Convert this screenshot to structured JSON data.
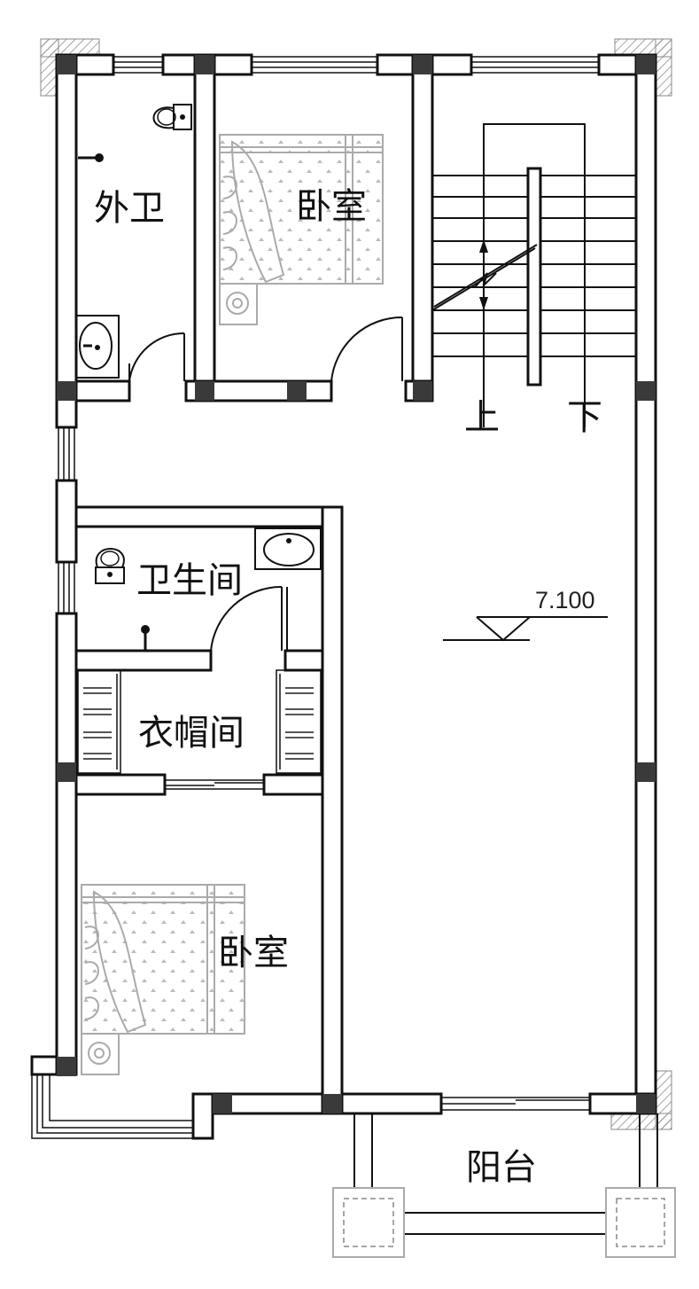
{
  "rooms": {
    "outer_bathroom": "外卫",
    "bedroom_top": "卧室",
    "bathroom": "卫生间",
    "cloakroom": "衣帽间",
    "bedroom_bottom": "卧室",
    "balcony": "阳台"
  },
  "stairs": {
    "up": "上",
    "down": "下"
  },
  "level_mark": "7.100"
}
